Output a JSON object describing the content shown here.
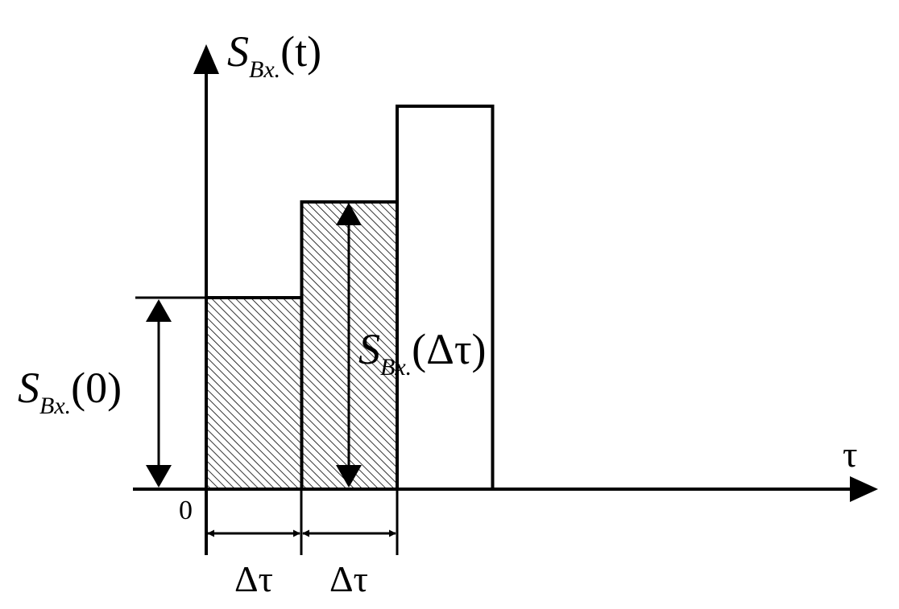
{
  "diagram": {
    "y_axis_label": {
      "main": "S",
      "sub": "Bx.",
      "arg": "(t)"
    },
    "x_axis_label": "τ",
    "origin_label": "0",
    "s0_label": {
      "main": "S",
      "sub": "Bx.",
      "arg": "(0)"
    },
    "sdt_label": {
      "main": "S",
      "sub": "Bx.",
      "arg": "(Δτ)"
    },
    "step_label_1": "Δτ",
    "step_label_2": "Δτ",
    "steps": [
      {
        "index": 0,
        "value": 1.0,
        "hatched": true
      },
      {
        "index": 1,
        "value": 1.5,
        "hatched": true
      },
      {
        "index": 2,
        "value": 2.0,
        "hatched": false
      }
    ]
  }
}
